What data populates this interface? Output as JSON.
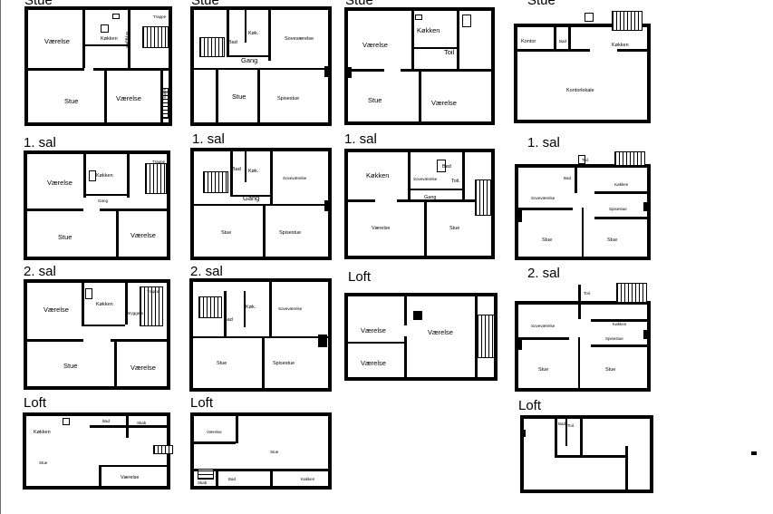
{
  "plans": [
    {
      "level": "Stue",
      "rooms": [
        "Værelse",
        "Køkken",
        "Stue",
        "Værelse",
        "Trappe",
        "Bryggers",
        "Trappe"
      ]
    },
    {
      "level": "Stue",
      "rooms": [
        "Bad",
        "Køk.",
        "Soveværelse",
        "Gang",
        "Stue",
        "Spisestue"
      ]
    },
    {
      "level": "Stue",
      "rooms": [
        "Værelse",
        "Køkken",
        "Toil",
        "Stue",
        "Værelse"
      ]
    },
    {
      "level": "Stue",
      "rooms": [
        "Kontor",
        "Bad",
        "Køkken",
        "Kontorlokale"
      ]
    },
    {
      "level": "1. sal",
      "rooms": [
        "Værelse",
        "Køkken",
        "Trappe",
        "Gang",
        "Stue",
        "Værelse"
      ]
    },
    {
      "level": "1. sal",
      "rooms": [
        "Bad",
        "Køk.",
        "Soveværelse",
        "Gang",
        "Stue",
        "Spisestue"
      ]
    },
    {
      "level": "1. sal",
      "rooms": [
        "Køkken",
        "Bad",
        "Soveværelse",
        "Gang",
        "Toil.",
        "Værelse",
        "Stue"
      ]
    },
    {
      "level": "1. sal",
      "rooms": [
        "Bad",
        "Toil.",
        "Soveværelse",
        "Køkken",
        "Spisestue",
        "Stue",
        "Stue"
      ]
    },
    {
      "level": "2. sal",
      "rooms": [
        "Værelse",
        "Køkken",
        "Trappe",
        "Bryggers",
        "Stue",
        "Værelse"
      ]
    },
    {
      "level": "2. sal",
      "rooms": [
        "Køk.",
        "Soveværelse",
        "Bad",
        "Stue",
        "Spisestue"
      ]
    },
    {
      "level": "Loft",
      "rooms": [
        "Værelse",
        "Værelse",
        "Værelse"
      ]
    },
    {
      "level": "2. sal",
      "rooms": [
        "Toil.",
        "Soveværelse",
        "Køkken",
        "Spisestue",
        "Stue",
        "Stue"
      ]
    },
    {
      "level": "Loft",
      "rooms": [
        "Køkken",
        "Bad",
        "Skab",
        "Stue",
        "Værelse"
      ]
    },
    {
      "level": "Loft",
      "rooms": [
        "Værelse",
        "Stue",
        "Skab",
        "Bad",
        "Køkken"
      ]
    },
    {
      "level": "Loft",
      "rooms": [
        "Bad",
        "Toil."
      ]
    }
  ]
}
